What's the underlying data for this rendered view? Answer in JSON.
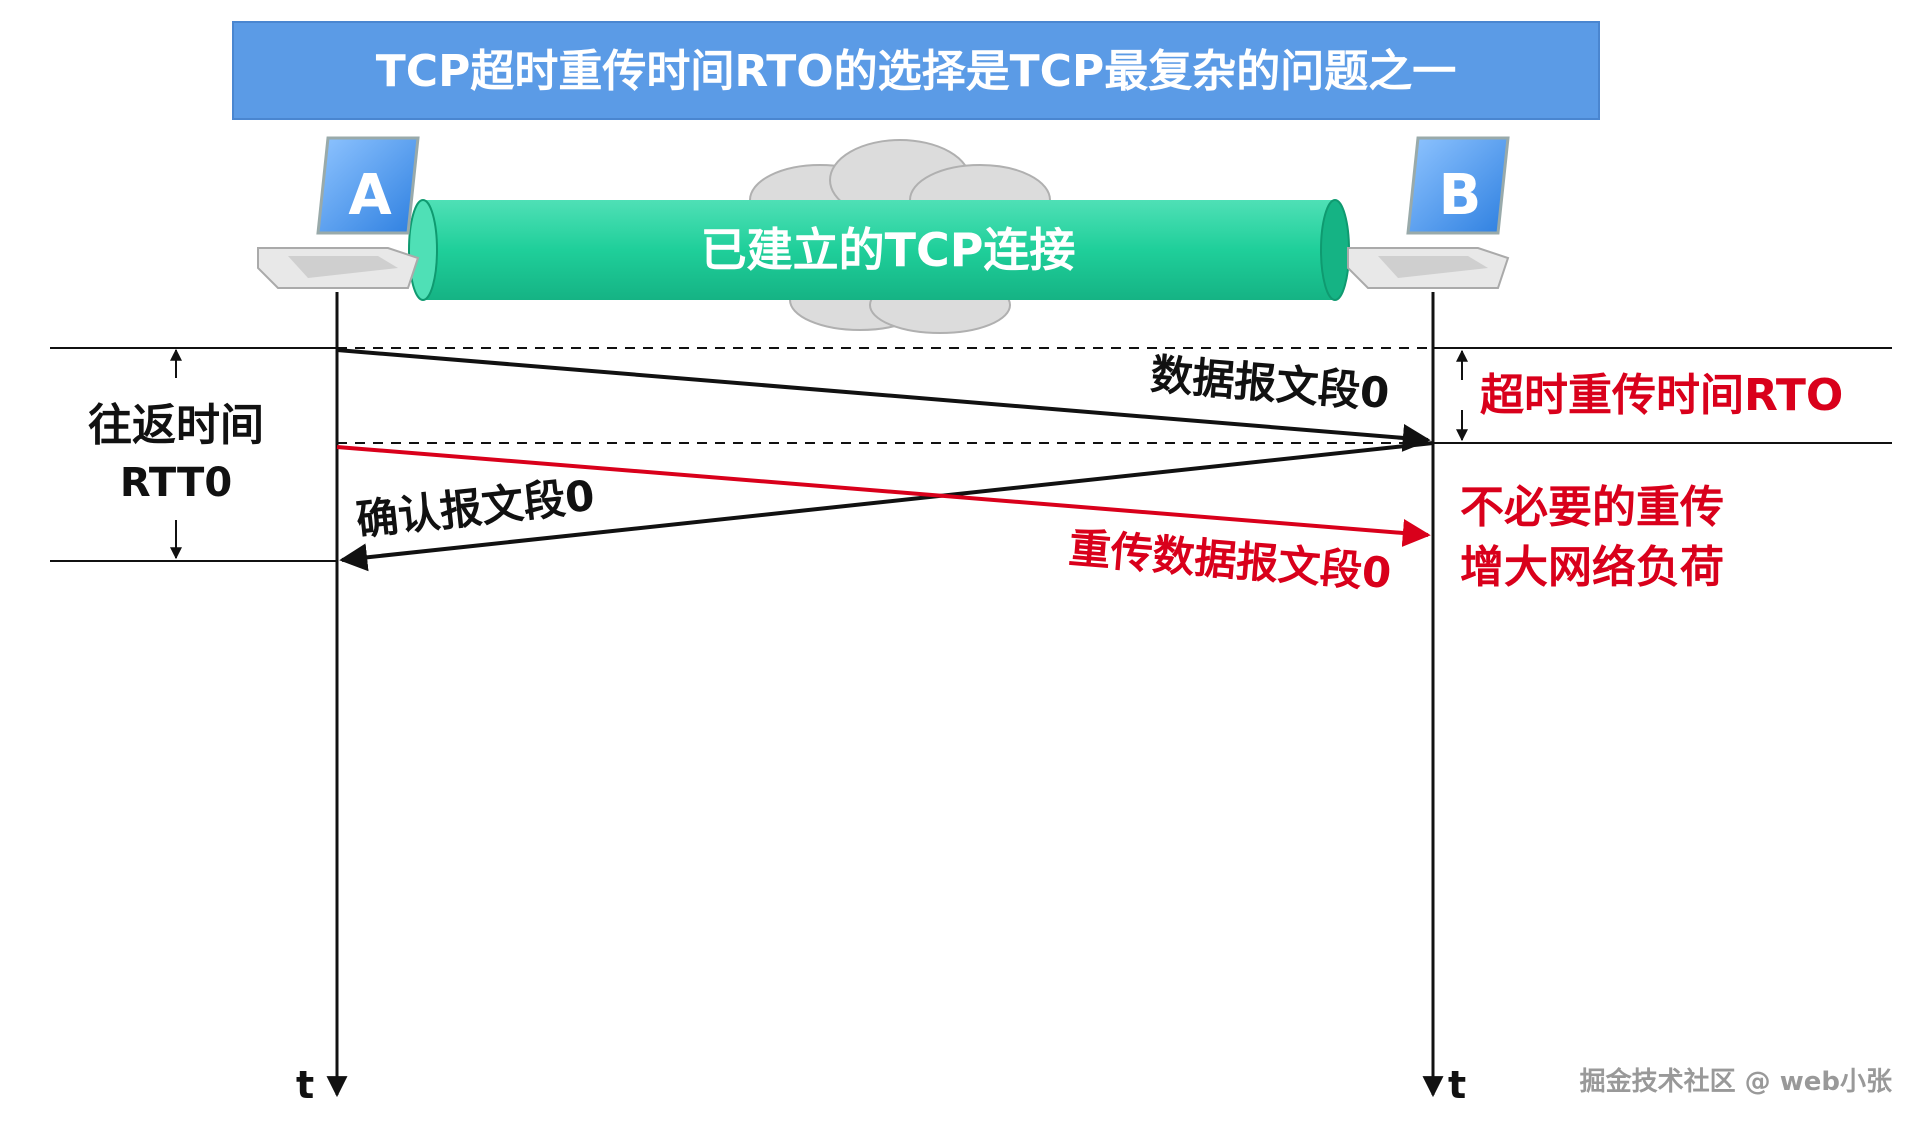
{
  "title": "TCP超时重传时间RTO的选择是TCP最复杂的问题之一",
  "connection_label": "已建立的TCP连接",
  "host_a": "A",
  "host_b": "B",
  "rtt_label_line1": "往返时间",
  "rtt_label_line2": "RTT0",
  "data_segment_label": "数据报文段0",
  "ack_segment_label": "确认报文段0",
  "retransmit_segment_label": "重传数据报文段0",
  "rto_label": "超时重传时间RTO",
  "note_line1": "不必要的重传",
  "note_line2": "增大网络负荷",
  "time_axis_a": "t",
  "time_axis_b": "t",
  "watermark": "掘金技术社区 @ web小张",
  "colors": {
    "title_bar": "#5b9be6",
    "tube": "#1fcf9a",
    "red": "#d9001b",
    "black": "#111111"
  }
}
